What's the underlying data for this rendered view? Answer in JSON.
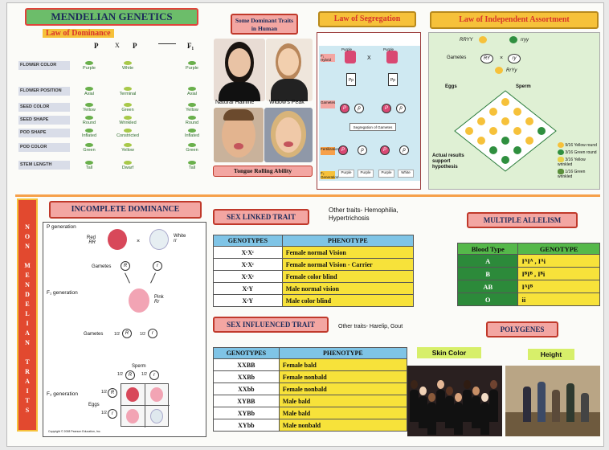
{
  "title": "MENDELIAN GENETICS",
  "dominance": {
    "label": "Law of Dominance",
    "p1": "P",
    "cross": "X",
    "p2": "P",
    "f1": "F₁",
    "rows": [
      {
        "trait": "FLOWER COLOR",
        "a": "Purple",
        "b": "White",
        "f": "Purple"
      },
      {
        "trait": "FLOWER POSITION",
        "a": "Axial",
        "b": "Terminal",
        "f": "Axial"
      },
      {
        "trait": "SEED COLOR",
        "a": "Yellow",
        "b": "Green",
        "f": "Yellow"
      },
      {
        "trait": "SEED SHAPE",
        "a": "Round",
        "b": "Wrinkled",
        "f": "Round"
      },
      {
        "trait": "POD SHAPE",
        "a": "Inflated",
        "b": "Constricted",
        "f": "Inflated"
      },
      {
        "trait": "POD COLOR",
        "a": "Green",
        "b": "Yellow",
        "f": "Green"
      },
      {
        "trait": "STEM LENGTH",
        "a": "Tall",
        "b": "Dwarf",
        "f": "Tall"
      }
    ]
  },
  "human_traits": {
    "label": "Some Dominant Traits in Human",
    "hairline_a": "Natural Hairline",
    "hairline_b": "Widow's Peak",
    "tongue": "Tongue Rolling Ability"
  },
  "segregation": {
    "label": "Law of Segregation",
    "f1_hybrid": "F₁ Hybrid",
    "gametes": "Gametes",
    "purple": "Purple",
    "pp": "Pp",
    "seg_caption": "Segregation of Gametes",
    "fert": "Fertilization",
    "f2_gen": "F₂ Generation",
    "results": [
      "Purple",
      "Purple",
      "Purple",
      "White"
    ]
  },
  "independent": {
    "label": "Law of Independent Assortment",
    "parent1": "RRYY",
    "parent2": "rryy",
    "gametes": "Gametes",
    "g1": "RY",
    "g2": "ry",
    "f1": "RrYy",
    "eggs": "Eggs",
    "sperm": "Sperm",
    "actual": "Actual results support hypothesis",
    "legend": [
      "Yellow round",
      "Green round",
      "Yellow wrinkled",
      "Green wrinkled"
    ],
    "ratios": [
      "9/16",
      "3/16",
      "3/16",
      "1/16"
    ]
  },
  "non_mendelian": {
    "label": "NON MENDELIAN TRAITS",
    "letters": [
      "N",
      "O",
      "N",
      "",
      "M",
      "E",
      "N",
      "D",
      "E",
      "L",
      "I",
      "A",
      "N",
      "",
      "T",
      "R",
      "A",
      "I",
      "T",
      "S"
    ]
  },
  "incomplete": {
    "label": "INCOMPLETE  DOMINANCE",
    "p_gen": "P generation",
    "red": "Red",
    "red_geno": "RR",
    "white": "White",
    "white_geno": "rr",
    "gametes": "Gametes",
    "f1_gen": "F₁ generation",
    "pink": "Pink",
    "pink_geno": "Rr",
    "sperm": "Sperm",
    "eggs": "Eggs",
    "f2_gen": "F₂ generation",
    "half": "1/2",
    "allele_r_big": "R",
    "allele_r_small": "r",
    "copyright": "Copyright © 2008 Pearson Education, Inc."
  },
  "sex_linked": {
    "label": "SEX LINKED TRAIT",
    "other": "Other traits- Hemophilia, Hypertrichosis",
    "headers": [
      "GENOTYPES",
      "PHENOTYPE"
    ],
    "rows": [
      {
        "g": "XᶜXᶜ",
        "p": "Female normal Vision"
      },
      {
        "g": "XᶜXᶜ",
        "p": "Female normal Vision - Carrier"
      },
      {
        "g": "XᶜXᶜ",
        "p": "Female color blind"
      },
      {
        "g": "XᶜY",
        "p": "Male normal vision"
      },
      {
        "g": "XᶜY",
        "p": "Male color blind"
      }
    ]
  },
  "sex_influenced": {
    "label": "SEX INFLUENCED TRAIT",
    "other": "Other traits- Harelip, Gout",
    "headers": [
      "GENOTYPES",
      "PHENOTYPE"
    ],
    "rows": [
      {
        "g": "XXBB",
        "p": "Female bald"
      },
      {
        "g": "XXBb",
        "p": "Female nonbald"
      },
      {
        "g": "XXbb",
        "p": "Female nonbald"
      },
      {
        "g": "XYBB",
        "p": "Male bald"
      },
      {
        "g": "XYBb",
        "p": "Male bald"
      },
      {
        "g": "XYbb",
        "p": "Male nonbald"
      }
    ]
  },
  "multiple": {
    "label": "MULTIPLE ALLELISM",
    "headers": [
      "Blood Type",
      "GENOTYPE"
    ],
    "rows": [
      {
        "t": "A",
        "g": "IᴬIᴬ , Iᴬi"
      },
      {
        "t": "B",
        "g": "IᴮIᴮ , Iᴮi"
      },
      {
        "t": "AB",
        "g": "IᴬIᴮ"
      },
      {
        "t": "O",
        "g": "ii"
      }
    ]
  },
  "polygenes": {
    "label": "POLYGENES",
    "skin": "Skin Color",
    "height": "Height"
  }
}
